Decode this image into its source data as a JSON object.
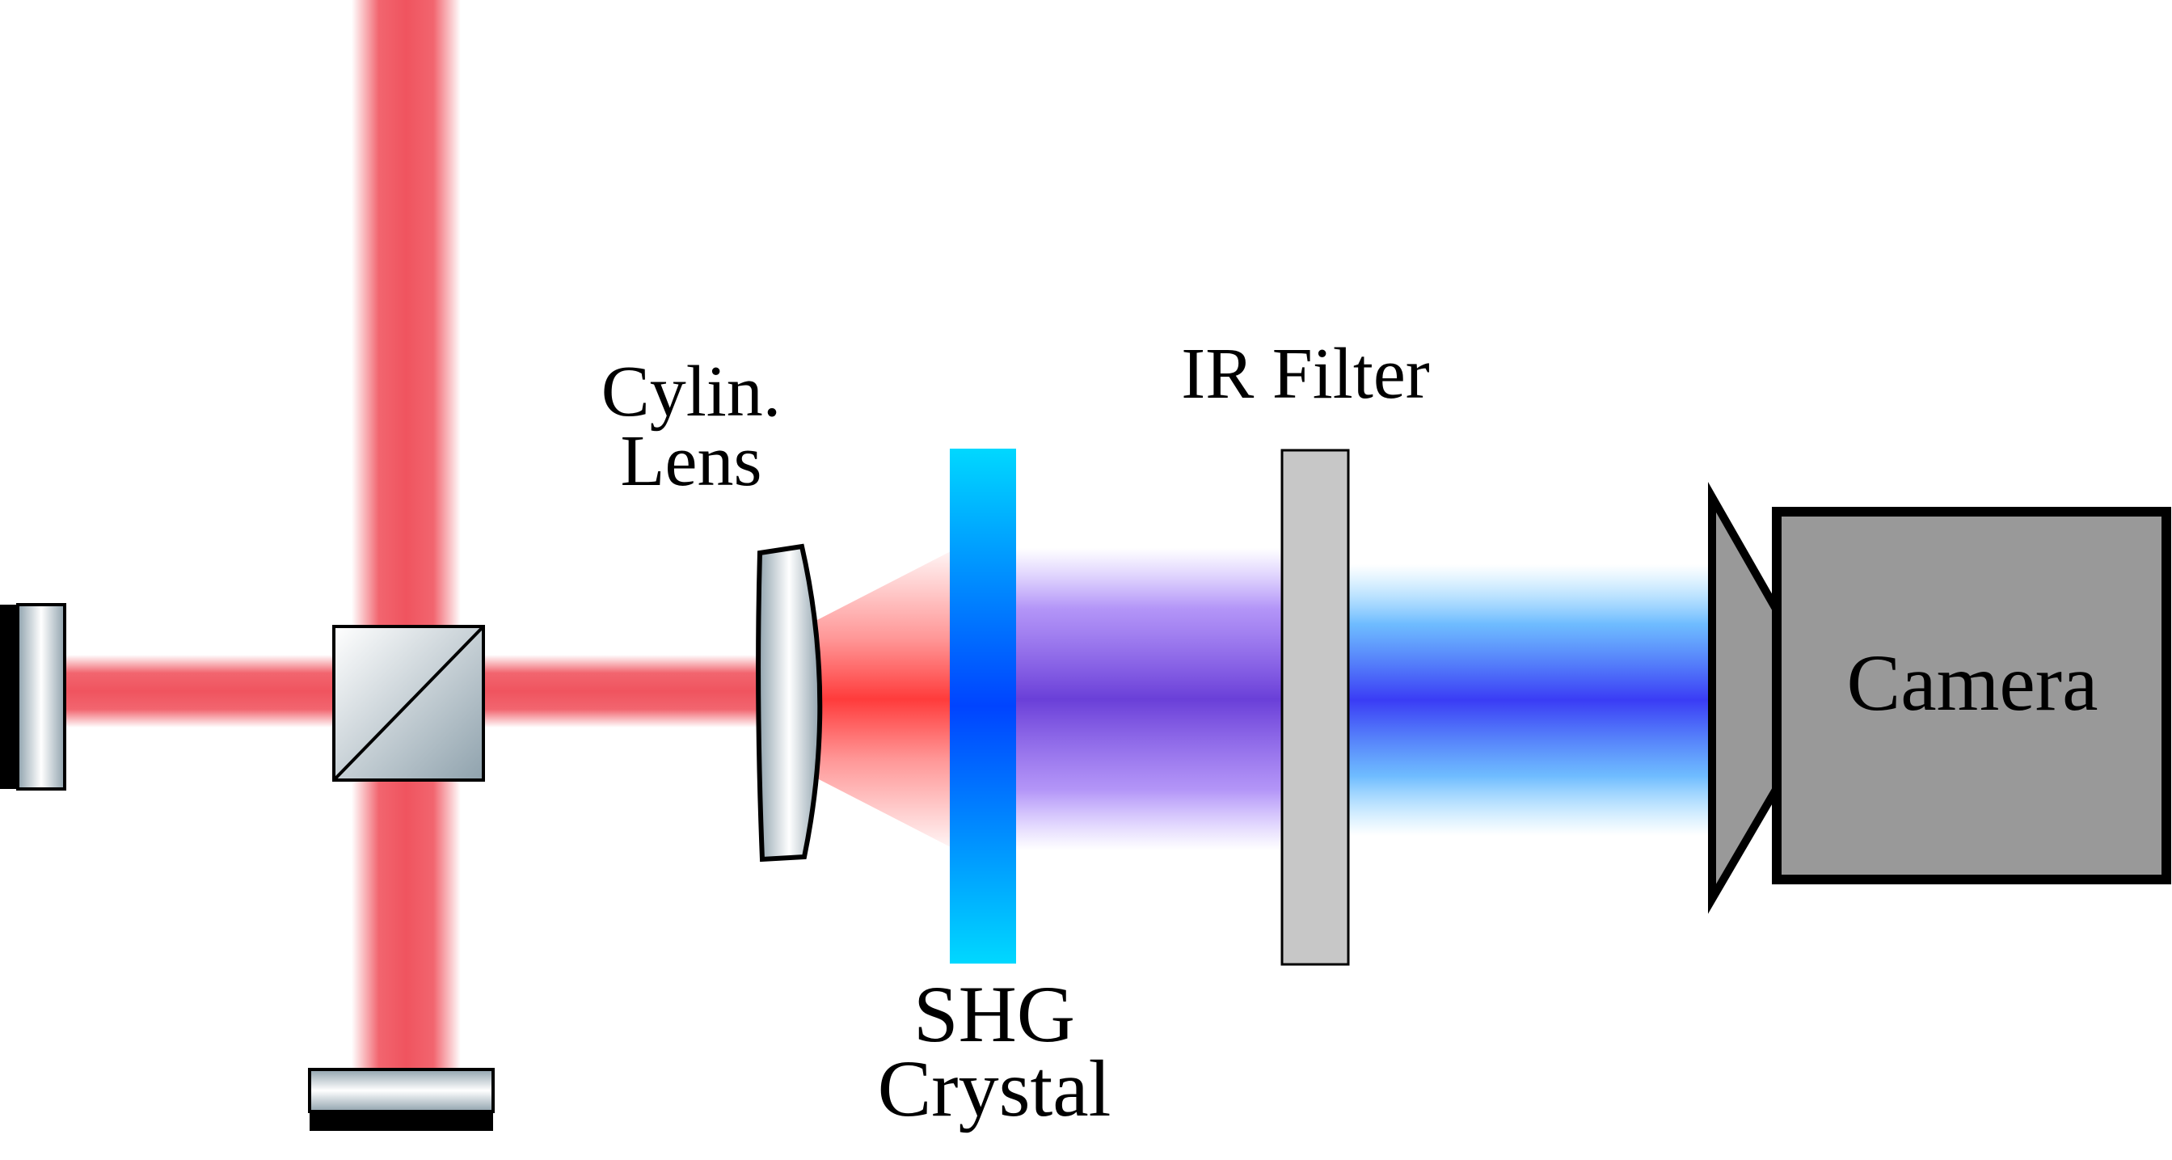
{
  "labels": {
    "cylindrical_lens": [
      "Cylin.",
      "Lens"
    ],
    "ir_filter": "IR Filter",
    "shg_crystal": [
      "SHG",
      "Crystal"
    ],
    "camera": "Camera"
  },
  "colors": {
    "ir_beam": "#f0545f",
    "ir_beam_core": "#ff3b3b",
    "shg_crystal_edge": "#00d8ff",
    "shg_crystal_center": "#0044ff",
    "violet_beam": "#6a3fd8",
    "blue_beam": "#3a3cf5",
    "optic_metal": "#8fa2ad",
    "filter_gray": "#c7c7c7",
    "camera_gray": "#999999",
    "outline": "#000000"
  }
}
